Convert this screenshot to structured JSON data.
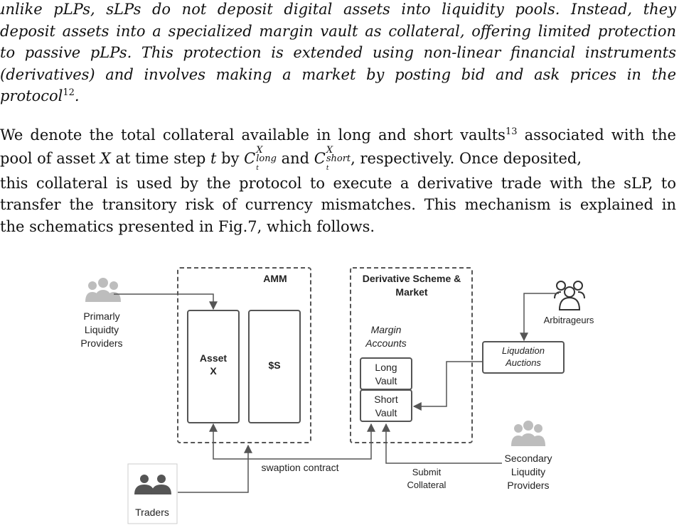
{
  "paragraph1": {
    "lines": [
      "unlike pLPs, sLPs do not deposit digital assets into liquidity pools.  Instead, they",
      "deposit assets into a specialized margin vault as collateral, offering limited protection",
      "to passive pLPs.  This protection is extended using non-linear financial instruments",
      "(derivatives) and involves making a market by posting bid and ask prices in the",
      "protocol"
    ],
    "footnote_ref": "12",
    "end": "."
  },
  "paragraph2": {
    "line1_a": "We denote the total collateral available in long and short vaults",
    "line1_fn": "13",
    "line1_b": " associated with the",
    "line2_a": "pool of asset ",
    "var_X": "X",
    "line2_b": " at time step ",
    "var_t": "t",
    "line2_c": " by ",
    "sym_C": "C",
    "sub_long": "long",
    "sub_long_t": "t",
    "sub_short": "short",
    "sub_short_t": "t",
    "line2_d": " and ",
    "line2_e": ", respectively.  Once deposited,",
    "line3": "this collateral is used by the protocol to execute a derivative trade with the sLP, to",
    "line4": "transfer the transitory risk of currency mismatches.  This mechanism is explained in",
    "line5": "the schematics presented in Fig.7, which follows."
  },
  "diagram": {
    "amm_label": "AMM",
    "asset_x_line1": "Asset",
    "asset_x_line2": "X",
    "dollar_s": "$S",
    "derivative_line1": "Derivative Scheme &",
    "derivative_line2": "Market",
    "margin_line1": "Margin",
    "margin_line2": "Accounts",
    "long_vault_line1": "Long",
    "long_vault_line2": "Vault",
    "short_vault_line1": "Short",
    "short_vault_line2": "Vault",
    "primary_line1": "Primarly",
    "primary_line2": "Liquidty",
    "primary_line3": "Providers",
    "arbitrageurs": "Arbitrageurs",
    "liquidation_line1": "Liqudation",
    "liquidation_line2": "Auctions",
    "secondary_line1": "Secondary",
    "secondary_line2": "Liqudity",
    "secondary_line3": "Providers",
    "traders": "Traders",
    "swaption": "swaption contract",
    "submit_line1": "Submit",
    "submit_line2": "Collateral",
    "colors": {
      "stroke": "#555555",
      "icon_gray": "#bdbdbd",
      "icon_dark": "#555555"
    }
  }
}
